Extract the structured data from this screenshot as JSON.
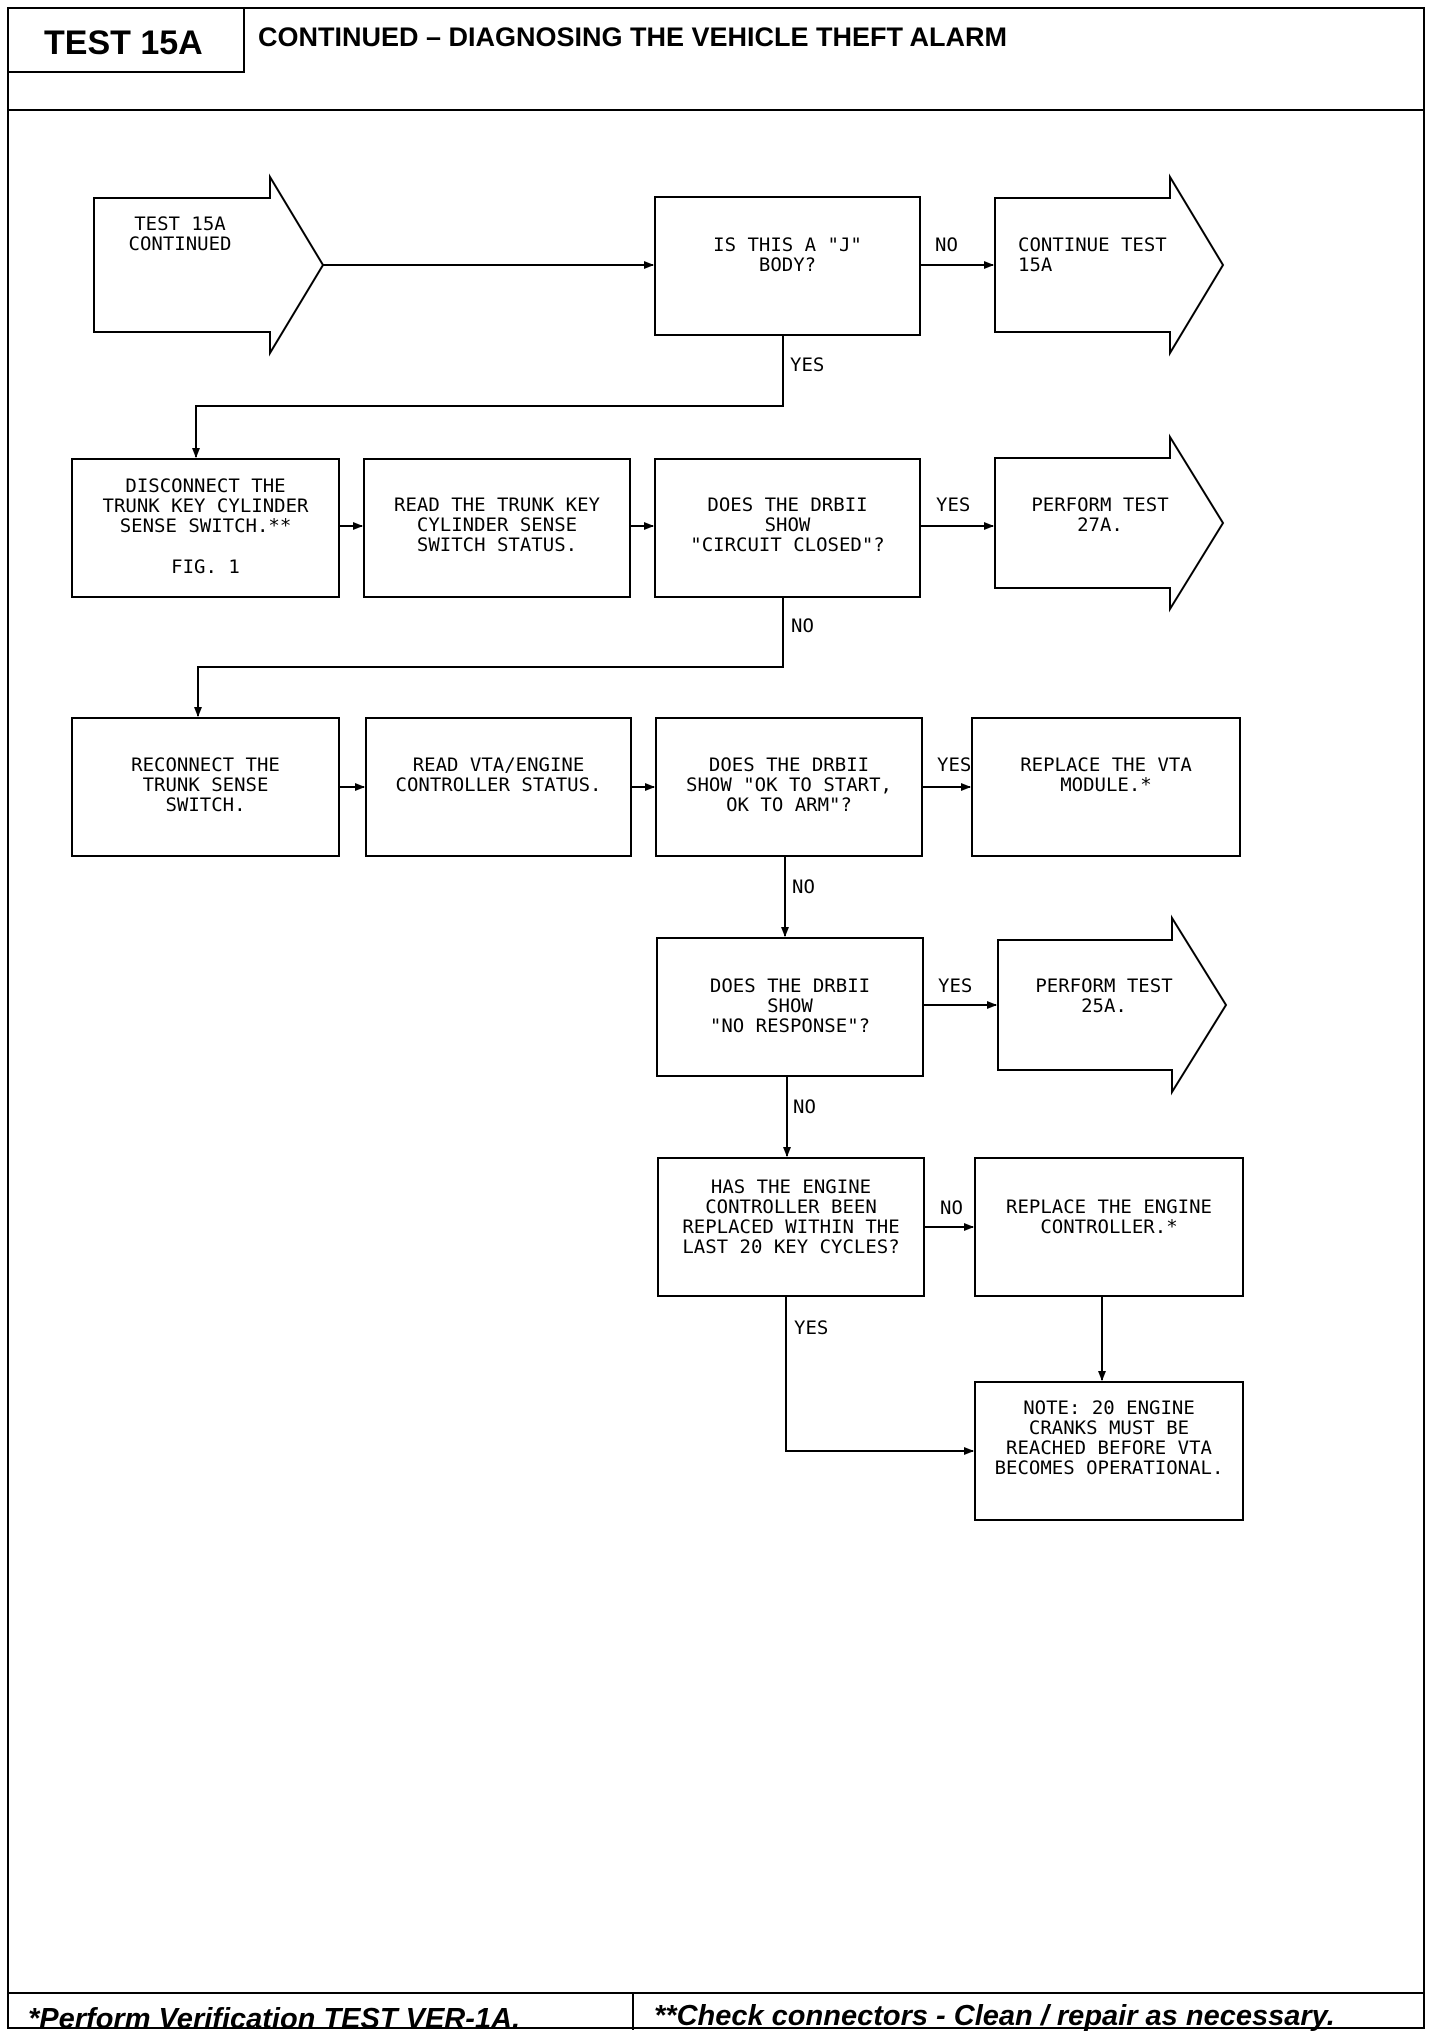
{
  "header": {
    "test_id": "TEST 15A",
    "title": "CONTINUED – DIAGNOSING THE VEHICLE THEFT ALARM"
  },
  "flow": {
    "start": "TEST 15A\nCONTINUED",
    "q_j_body": "IS THIS A \"J\"\nBODY?",
    "continue_15a": "CONTINUE TEST\n15A",
    "disconnect": "DISCONNECT THE\nTRUNK KEY CYLINDER\nSENSE SWITCH.**",
    "fig": "FIG. 1",
    "read_trunk": "READ THE TRUNK KEY\nCYLINDER SENSE\nSWITCH STATUS.",
    "q_circuit": "DOES THE DRBII\nSHOW\n\"CIRCUIT CLOSED\"?",
    "perform_27a": "PERFORM TEST\n27A.",
    "reconnect": "RECONNECT THE\nTRUNK SENSE\nSWITCH.",
    "read_vta": "READ VTA/ENGINE\nCONTROLLER STATUS.",
    "q_ok_start": "DOES THE DRBII\nSHOW \"OK TO START,\nOK TO ARM\"?",
    "replace_vta": "REPLACE THE VTA\nMODULE.*",
    "q_no_response": "DOES THE DRBII\nSHOW\n\"NO RESPONSE\"?",
    "perform_25a": "PERFORM TEST\n25A.",
    "q_engine": "HAS THE ENGINE\nCONTROLLER BEEN\nREPLACED WITHIN THE\nLAST 20 KEY CYCLES?",
    "replace_engine": "REPLACE THE ENGINE\nCONTROLLER.*",
    "note": "NOTE:  20 ENGINE\nCRANKS MUST BE\nREACHED BEFORE VTA\nBECOMES OPERATIONAL."
  },
  "labels": {
    "no_1": "NO",
    "yes_1": "YES",
    "yes_2": "YES",
    "no_2": "NO",
    "yes_3": "YES",
    "no_3": "NO",
    "yes_4": "YES",
    "no_4": "NO",
    "no_5": "NO",
    "yes_5": "YES"
  },
  "footer": {
    "left": "*Perform Verification TEST VER-1A.",
    "right": "**Check connectors - Clean / repair as necessary."
  }
}
